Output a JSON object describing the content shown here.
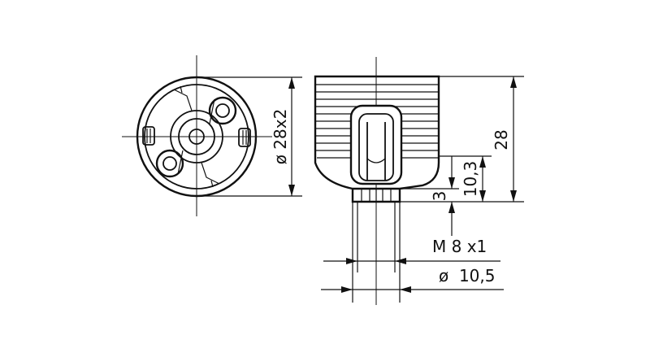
{
  "drawing": {
    "labels": {
      "diameter_28x2": "ø 28x2",
      "height_28": "28",
      "height_10_3": "10,3",
      "height_3": "3",
      "thread_m8": "M 8 x1",
      "diameter_10_5": "ø  10,5"
    }
  }
}
